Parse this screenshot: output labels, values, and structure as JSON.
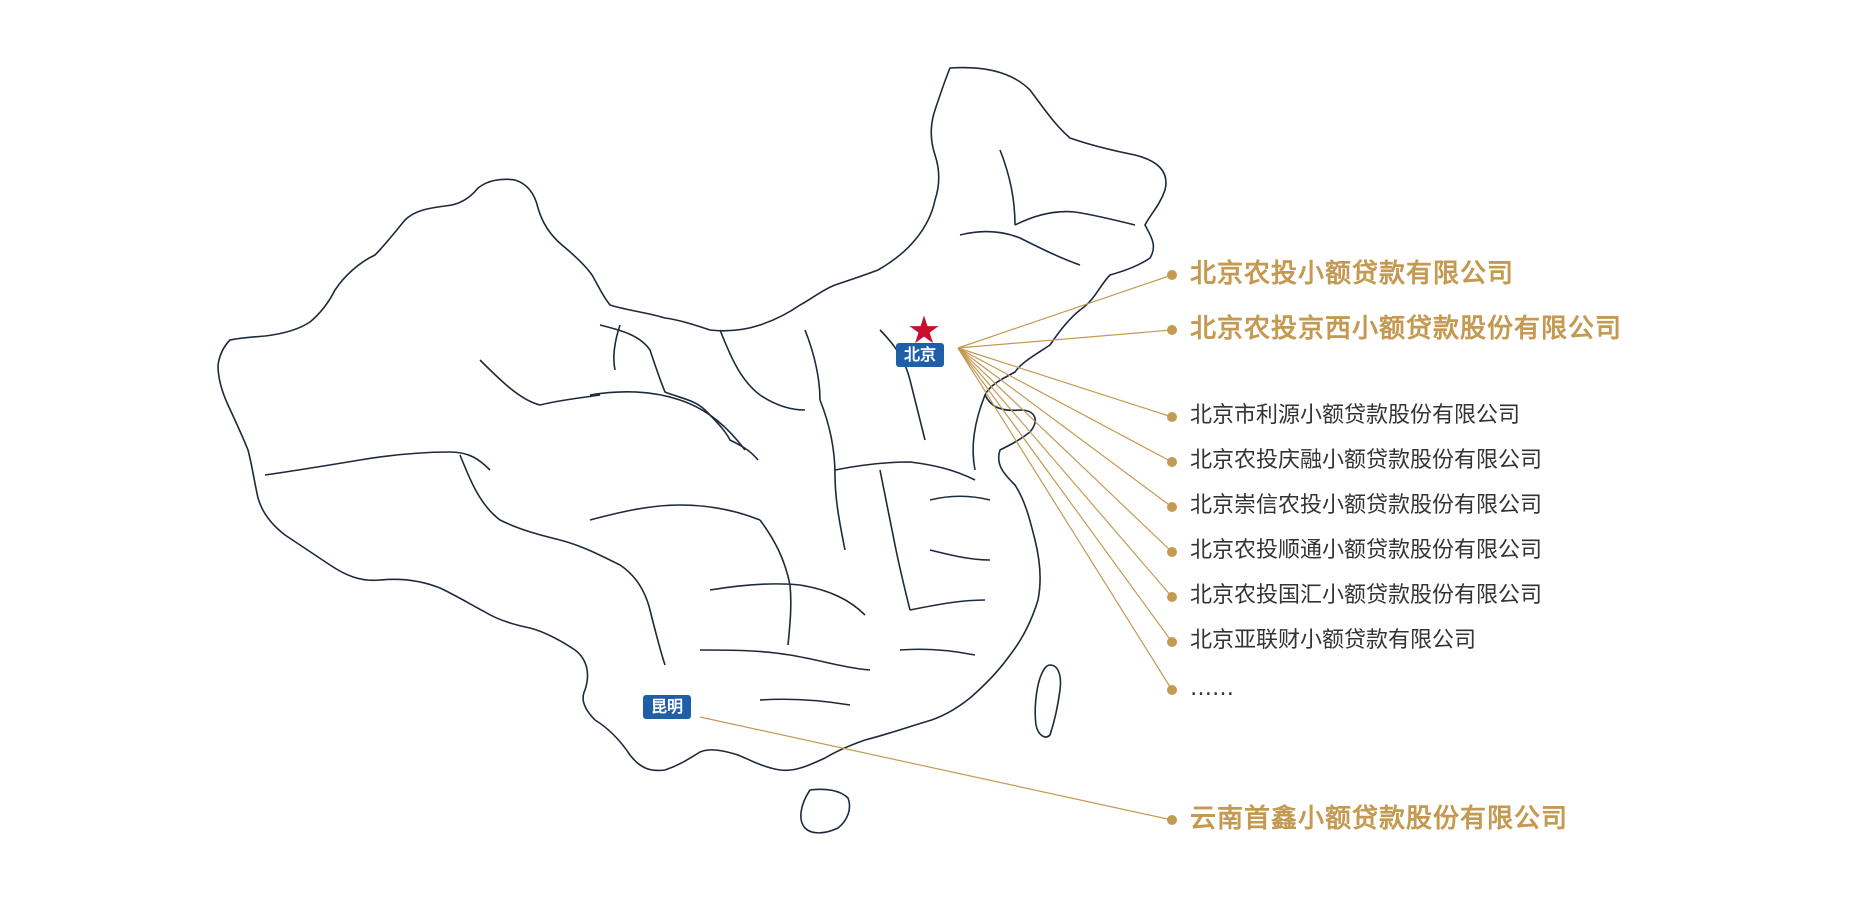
{
  "colors": {
    "accent": "#c49a52",
    "tag_bg": "#1f5fa8",
    "star": "#c8102e",
    "border": "#1d2a3c",
    "minor_text": "#333333"
  },
  "map": {
    "capital_icon": "red-star-icon",
    "beijing_label": "北京",
    "kunming_label": "昆明"
  },
  "companies": [
    {
      "name": "北京农投小额贷款有限公司",
      "style": "major"
    },
    {
      "name": "北京农投京西小额贷款股份有限公司",
      "style": "major"
    },
    {
      "name": "北京市利源小额贷款股份有限公司",
      "style": "minor"
    },
    {
      "name": "北京农投庆融小额贷款股份有限公司",
      "style": "minor"
    },
    {
      "name": "北京崇信农投小额贷款股份有限公司",
      "style": "minor"
    },
    {
      "name": "北京农投顺通小额贷款股份有限公司",
      "style": "minor"
    },
    {
      "name": "北京农投国汇小额贷款股份有限公司",
      "style": "minor"
    },
    {
      "name": "北京亚联财小额贷款有限公司",
      "style": "minor"
    },
    {
      "name": "……",
      "style": "ellipsis"
    },
    {
      "name": "云南首鑫小额贷款股份有限公司",
      "style": "major"
    }
  ]
}
